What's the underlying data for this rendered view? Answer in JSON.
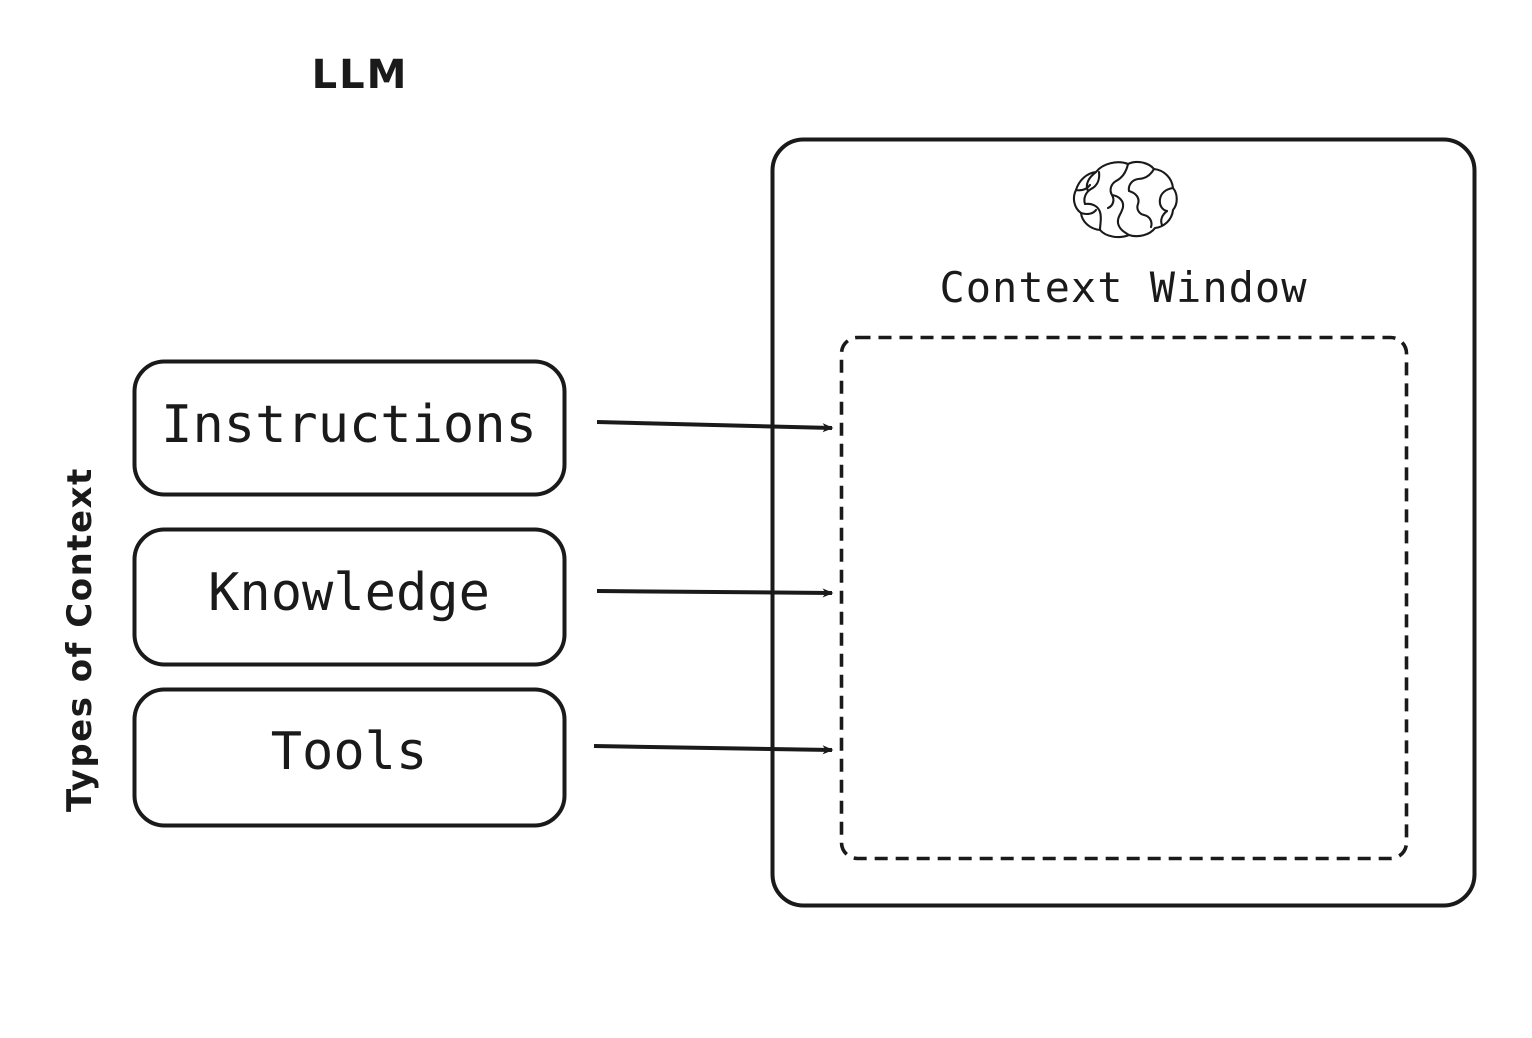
{
  "diagram": {
    "title": "LLM",
    "axis_label": "Types of Context",
    "context_window_label": "Context Window",
    "context_boxes": [
      {
        "label": "Instructions",
        "name": "instructions"
      },
      {
        "label": "Knowledge",
        "name": "knowledge"
      },
      {
        "label": "Tools",
        "name": "tools"
      }
    ],
    "arrows": [
      {
        "from": "Instructions",
        "to": "Context Window"
      },
      {
        "from": "Knowledge",
        "to": "Context Window"
      },
      {
        "from": "Tools",
        "to": "Context Window"
      }
    ],
    "icons": [
      {
        "name": "brain-icon",
        "depicts": "brain"
      }
    ],
    "colors": {
      "stroke": "#1a1a1a",
      "background": "#ffffff",
      "text": "#1a1a1a"
    }
  }
}
